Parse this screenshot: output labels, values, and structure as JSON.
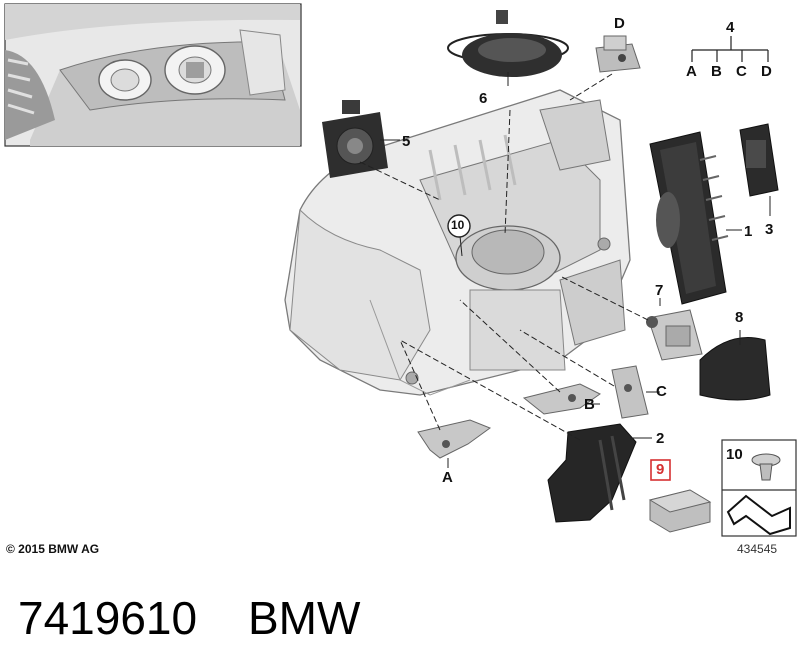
{
  "diagram": {
    "callouts": {
      "c1": "1",
      "c2": "2",
      "c3": "3",
      "c4": "4",
      "c5": "5",
      "c6": "6",
      "c7": "7",
      "c8": "8",
      "c9": "9",
      "c10": "10",
      "cA": "A",
      "cB": "B",
      "cC": "C",
      "cD": "D"
    },
    "variant_tree": {
      "root": "4",
      "leaves": [
        "A",
        "B",
        "C",
        "D"
      ]
    },
    "legend_box": {
      "screw_number": "10"
    },
    "copyright": "© 2015 BMW AG",
    "figure_number": "434545",
    "highlight_color": "#d63031"
  },
  "footer": {
    "part_number": "7419610",
    "brand": "BMW"
  }
}
